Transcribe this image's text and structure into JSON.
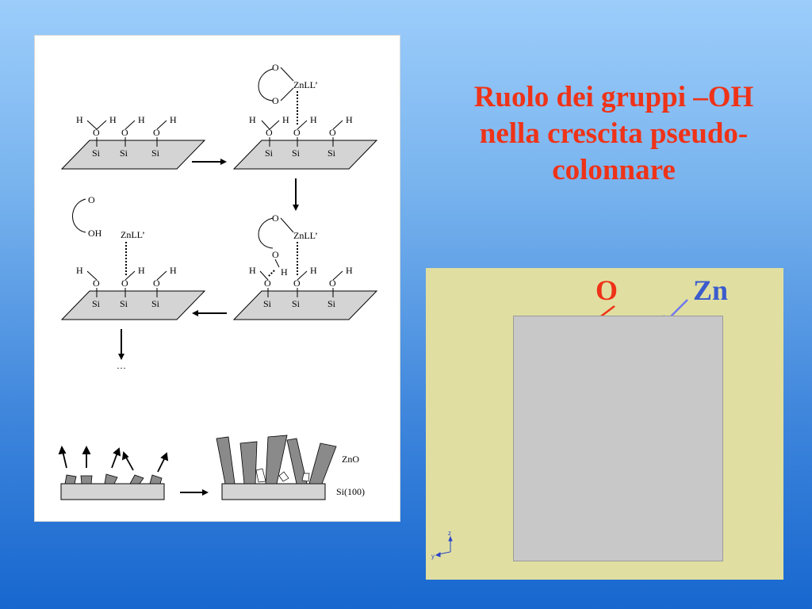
{
  "diagram": {
    "atoms": {
      "H": "H",
      "O": "O",
      "Si": "Si",
      "OH": "OH",
      "ZnLL": "ZnLL’"
    },
    "ellipsis": "…",
    "zno_label": "ZnO",
    "substrate_label": "Si(100)"
  },
  "title": {
    "line1": "Ruolo dei gruppi –OH",
    "line2": "nella crescita pseudo-",
    "line3": "colonnare"
  },
  "crystal": {
    "label_o": "O",
    "label_zn": "Zn",
    "axis_z": "z",
    "axis_y": "y"
  },
  "colors": {
    "title": "#ee3318",
    "oxygen": "#d90f0f",
    "zinc": "#1d86c8",
    "zn_arrow": "#6f78ee",
    "o_arrow": "#ee3318"
  }
}
